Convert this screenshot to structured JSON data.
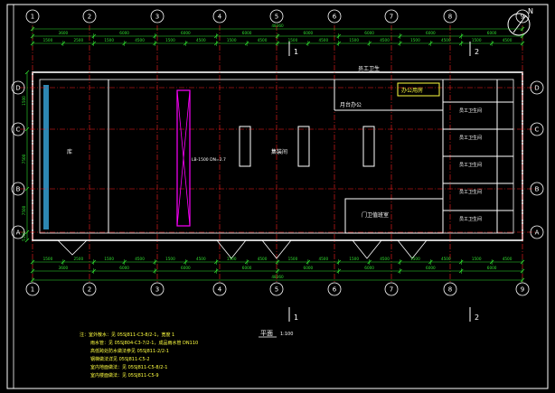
{
  "north_label": "N",
  "grid_top": [
    "1",
    "2",
    "3",
    "4",
    "5",
    "6",
    "7",
    "8",
    "9"
  ],
  "grid_left": [
    "D",
    "C",
    "B",
    "A"
  ],
  "grid_right": [
    "D",
    "C",
    "B",
    "A"
  ],
  "grid_bottom": [
    "1",
    "2",
    "3",
    "4",
    "5",
    "6",
    "7",
    "8",
    "9"
  ],
  "dims_top_outer": [
    "3600",
    "6000",
    "6000",
    "6000",
    "6000",
    "6000",
    "6000",
    "6000"
  ],
  "dims_top_inner": [
    "1500",
    "2500",
    "1500",
    "4500",
    "1500",
    "4500",
    "1500",
    "4500",
    "1500",
    "4500",
    "1500",
    "4500",
    "1500",
    "4500",
    "1500",
    "4500"
  ],
  "dims_top_total": "48360",
  "dims_bottom_inner": [
    "1500",
    "2500",
    "1500",
    "4500",
    "1500",
    "4500",
    "1500",
    "4500",
    "1500",
    "4500",
    "1500",
    "4500",
    "1500",
    "4500",
    "1500",
    "4500"
  ],
  "dims_bottom_outer": [
    "3600",
    "6000",
    "6000",
    "6000",
    "6000",
    "6000",
    "6000",
    "6000"
  ],
  "dims_bottom_total": "48360",
  "dims_left": [
    "1500",
    "7500",
    "7500",
    "5100"
  ],
  "section_markers": [
    "1",
    "2",
    "1",
    "2"
  ],
  "rooms": {
    "main_hall": "集装间",
    "left_bay": "库",
    "upper_center": "月台办公",
    "upper_right": "办公用房",
    "lower_center": "门卫值班室",
    "right_top_1": "员工卫生",
    "right_rooms": [
      "员工卫生间",
      "员工卫生间",
      "员工卫生间",
      "员工卫生间",
      "员工卫生间"
    ],
    "column_note": "LB-1500 DN=2.7"
  },
  "plan_title": "平面",
  "plan_scale": "1:100",
  "notes": [
    "注：室外散水：见 05SJ811-C3-8/2-1，宽度 1",
    "雨水管：见 05SJ804-C3-7/2-1，成品雨水管 DN110",
    "高低跨处防水做法参见 05SJ811-2/2-1",
    "钢梯做法详见 05SJ811-C5-2",
    "室内地面做法：见 05SJ811-C5-8/2-1",
    "室内楼面做法：见 05SJ811-C5-9"
  ],
  "colors": {
    "background": "#000000",
    "grid_line": "#ff2020",
    "wall": "#ffffff",
    "dim": "#30e030",
    "text": "#ffff40",
    "column": "#ff00ff",
    "window": "#40c0ff",
    "accent": "#ffa000"
  }
}
